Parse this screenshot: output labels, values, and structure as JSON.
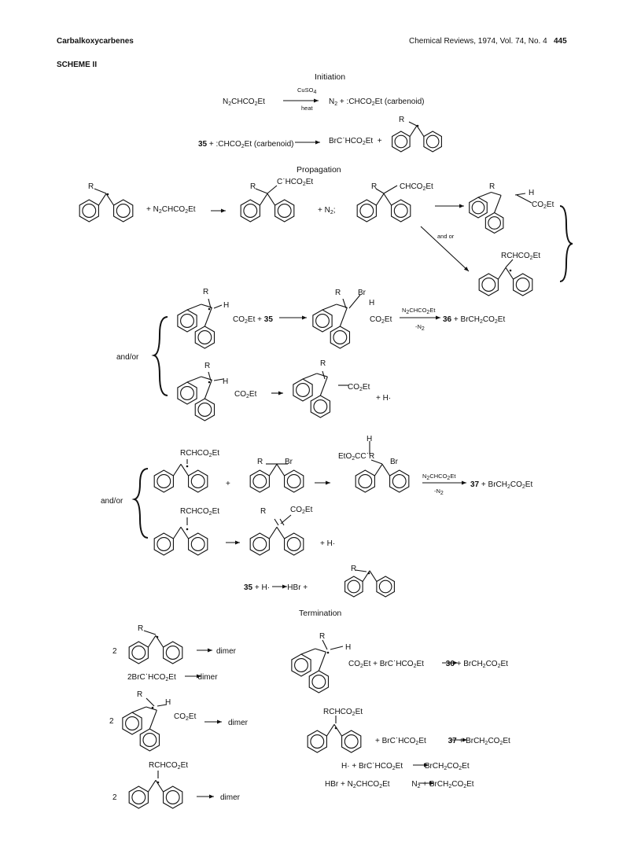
{
  "header": {
    "left": "Carbalkoxycarbenes",
    "journal": "Chemical Reviews, 1974, Vol. 74, No. 4",
    "page_number": "445"
  },
  "scheme_title": "SCHEME II",
  "sections": {
    "initiation": "Initiation",
    "propagation": "Propagation",
    "termination": "Termination"
  },
  "compounds": {
    "c35": "35",
    "c36": "36",
    "c37": "37"
  },
  "labels": {
    "and_or": "and/or",
    "and_or_small": "and or",
    "dimer": "dimer",
    "coef2": "2",
    "R": "R",
    "H": "H",
    "Br": "Br",
    "plus": "+"
  },
  "reagents": {
    "cuso4": "CuSO4",
    "heat": "heat",
    "n2chco2et": "N2CHCO2Et",
    "minus_n2": "-N2"
  }
}
